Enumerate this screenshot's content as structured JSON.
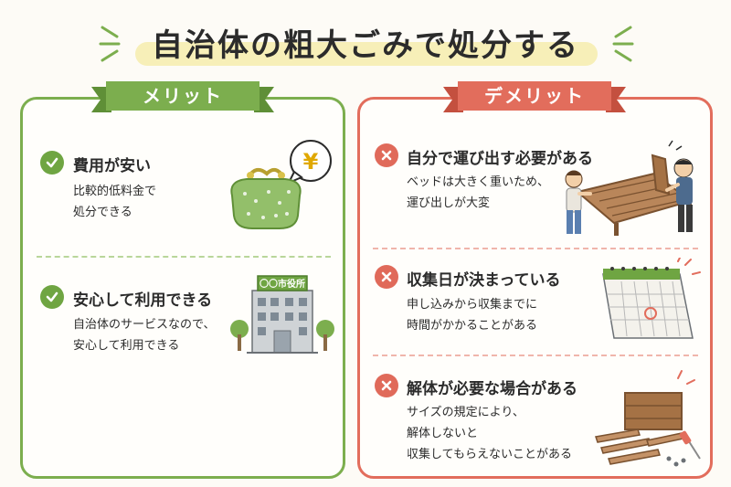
{
  "title": "自治体の粗大ごみで処分する",
  "merit": {
    "header": "メリット",
    "items": [
      {
        "title": "費用が安い",
        "desc": [
          "比較的低料金で",
          "処分できる"
        ],
        "sign": "¥"
      },
      {
        "title": "安心して利用できる",
        "desc": [
          "自治体のサービスなので、",
          "安心して利用できる"
        ],
        "sign": "〇〇市役所"
      }
    ]
  },
  "demerit": {
    "header": "デメリット",
    "items": [
      {
        "title": "自分で運び出す必要がある",
        "desc": [
          "ベッドは大きく重いため、",
          "運び出しが大変"
        ]
      },
      {
        "title": "収集日が決まっている",
        "desc": [
          "申し込みから収集までに",
          "時間がかかることがある"
        ]
      },
      {
        "title": "解体が必要な場合がある",
        "desc": [
          "サイズの規定により、",
          "解体しないと",
          "収集してもらえないことがある"
        ]
      }
    ]
  },
  "colors": {
    "merit": "#7cae4e",
    "demerit": "#e26d5c",
    "highlight": "#f7efb8",
    "background": "#fdfbf6"
  },
  "icons": [
    "check-icon",
    "cross-icon",
    "purse-icon",
    "yen-bubble-icon",
    "city-hall-icon",
    "carrying-bed-icon",
    "calendar-icon",
    "disassembled-bed-icon"
  ]
}
